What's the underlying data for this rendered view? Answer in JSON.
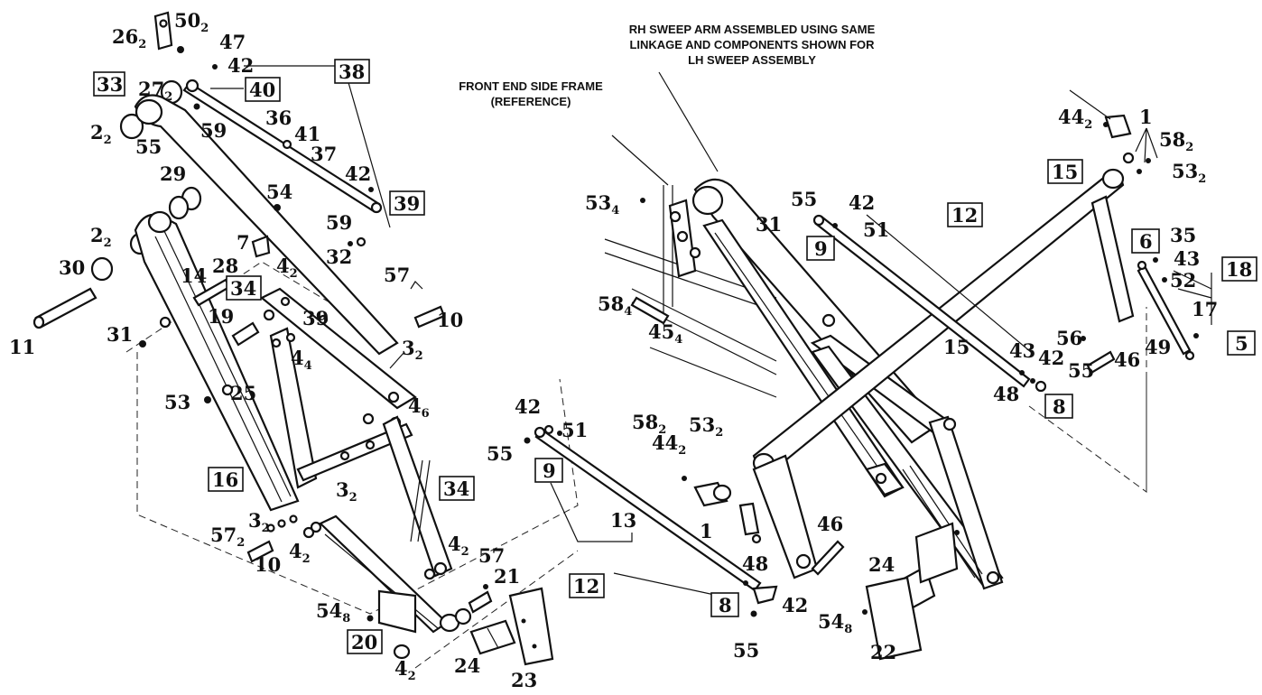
{
  "notes": {
    "rh_sweep": [
      "RH SWEEP ARM ASSEMBLED USING SAME",
      "LINKAGE AND COMPONENTS SHOWN FOR",
      "LH SWEEP ASSEMBLY"
    ],
    "front_end": [
      "FRONT END SIDE FRAME",
      "(REFERENCE)"
    ]
  },
  "callouts": {
    "c1": "26",
    "c1s": "2",
    "c2": "50",
    "c2s": "2",
    "c3": "47",
    "c4": "42",
    "c5": "27",
    "c5s": "2",
    "c6": "33",
    "c7": "40",
    "c8": "38",
    "c9": "2",
    "c9s": "2",
    "c10": "55",
    "c11": "59",
    "c12": "36",
    "c13": "41",
    "c14": "37",
    "c15": "42",
    "c16": "29",
    "c17": "54",
    "c18": "39",
    "c19": "2",
    "c19s": "2",
    "c20": "59",
    "c21": "32",
    "c22": "7",
    "c23": "30",
    "c24": "14",
    "c25": "28",
    "c26": "4",
    "c26s": "2",
    "c27": "34",
    "c28": "57",
    "c29": "19",
    "c30": "39",
    "c31": "10",
    "c32": "11",
    "c33": "31",
    "c34": "4",
    "c34s": "4",
    "c35": "3",
    "c35s": "2",
    "c36": "53",
    "c37": "25",
    "c38": "4",
    "c38s": "6",
    "c39": "16",
    "c40": "3",
    "c40s": "2",
    "c41": "3",
    "c41s": "2",
    "c42": "34",
    "c43": "57",
    "c43s": "2",
    "c44": "10",
    "c45": "4",
    "c45s": "2",
    "c46": "4",
    "c46s": "2",
    "c47": "57",
    "c48": "21",
    "c49": "54",
    "c49s": "8",
    "c50": "20",
    "c51": "4",
    "c51s": "2",
    "c52": "24",
    "c53": "23",
    "c54": "42",
    "c55": "55",
    "c56": "51",
    "c57": "9",
    "c58": "13",
    "c59": "12",
    "c60": "8",
    "c61": "58",
    "c61s": "2",
    "c62": "44",
    "c62s": "2",
    "c63": "53",
    "c63s": "2",
    "c64": "1",
    "c65": "46",
    "c66": "48",
    "c67": "42",
    "c68": "55",
    "c69": "53",
    "c69s": "4",
    "c70": "58",
    "c70s": "4",
    "c71": "45",
    "c71s": "4",
    "c72": "31",
    "c73": "55",
    "c74": "42",
    "c75": "9",
    "c76": "51",
    "c77": "12",
    "c78": "15",
    "c79": "43",
    "c80": "42",
    "c81": "55",
    "c82": "48",
    "c83": "8",
    "c84": "44",
    "c84s": "2",
    "c85": "1",
    "c86": "58",
    "c86s": "2",
    "c87": "53",
    "c87s": "2",
    "c88": "15",
    "c89": "6",
    "c90": "35",
    "c91": "43",
    "c92": "18",
    "c93": "52",
    "c94": "17",
    "c95": "56",
    "c96": "46",
    "c97": "49",
    "c98": "5",
    "c99": "24",
    "c100": "54",
    "c100s": "8",
    "c101": "22"
  },
  "colors": {
    "ink": "#111111",
    "paper": "#ffffff"
  }
}
